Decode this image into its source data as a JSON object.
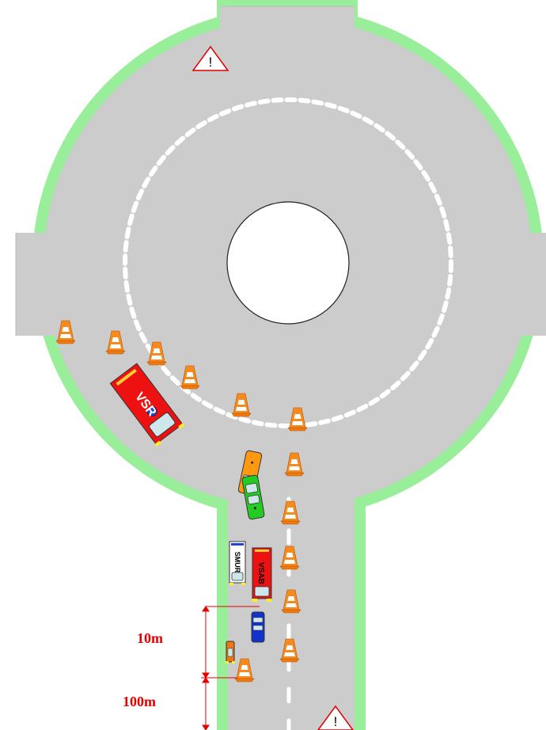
{
  "scene": {
    "colors": {
      "road": "#cccccc",
      "verge": "#99ee99",
      "background": "#ffffff",
      "marking": "#ffffff",
      "measure": "#e60000",
      "warning": "#dd0000"
    },
    "warning_signs": [
      {
        "id": "top",
        "symbol": "!"
      },
      {
        "id": "bottom",
        "symbol": "!"
      }
    ],
    "vehicles": [
      {
        "id": "vsr",
        "label": "VSR",
        "body_color": "#ee1111"
      },
      {
        "id": "vsab",
        "label": "VSAB",
        "body_color": "#ee1111"
      },
      {
        "id": "smur",
        "label": "SMUR",
        "body_color": "#ffffff"
      },
      {
        "id": "car-orange",
        "label": "",
        "body_color": "#ff9911"
      },
      {
        "id": "car-green",
        "label": "",
        "body_color": "#22cc22"
      },
      {
        "id": "car-blue",
        "label": "",
        "body_color": "#1133cc"
      },
      {
        "id": "moto",
        "label": "",
        "body_color": "#ee7711"
      }
    ],
    "traffic_cone_count": 12,
    "measurements": [
      {
        "label": "10m"
      },
      {
        "label": "100m"
      }
    ]
  }
}
